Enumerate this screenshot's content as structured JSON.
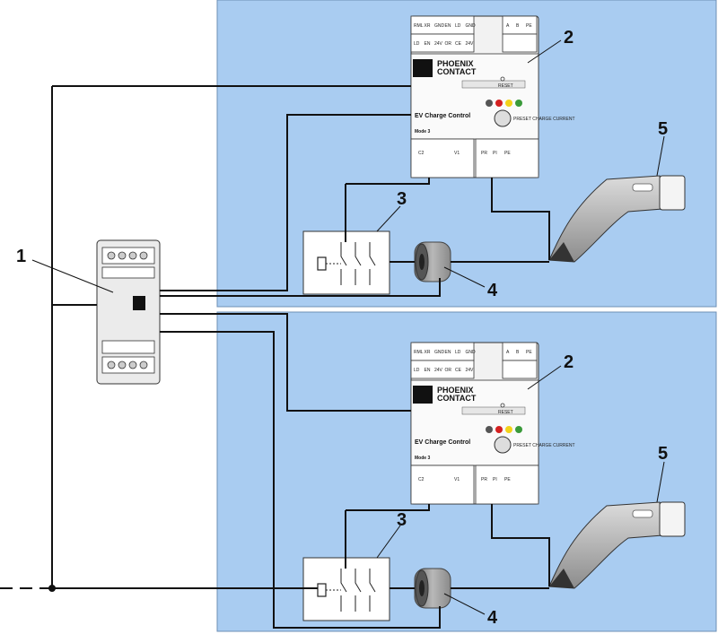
{
  "callouts": {
    "distribution_device": "1",
    "charge_controller": "2",
    "contactor": "3",
    "current_sensor": "4",
    "charging_plug": "5"
  },
  "controller": {
    "brand_line1": "PHOENIX",
    "brand_line2": "CONTACT",
    "title": "EV Charge Control",
    "mode": "Mode 3",
    "reset_label": "RESET",
    "knob_label": "PRESET CHARGE CURRENT",
    "terminals_top_left": [
      "RML",
      "XR",
      "GND",
      "EN",
      "LD",
      "GND"
    ],
    "terminals_top_left2": [
      "LD",
      "EN",
      "24V",
      "OR",
      "CE",
      "24V"
    ],
    "terminals_top_right": [
      "A",
      "B",
      "PE"
    ],
    "terminals_bot_left": [
      "C2",
      "V1"
    ],
    "terminals_bot_right": [
      "PR",
      "PI",
      "PE"
    ]
  },
  "colors": {
    "panel_fill": "#a9ccf1",
    "panel_stroke": "#6d8fb5",
    "wire": "#111111",
    "led_red": "#d42020",
    "led_yellow": "#f2d21a",
    "led_green": "#3a9a3a"
  }
}
